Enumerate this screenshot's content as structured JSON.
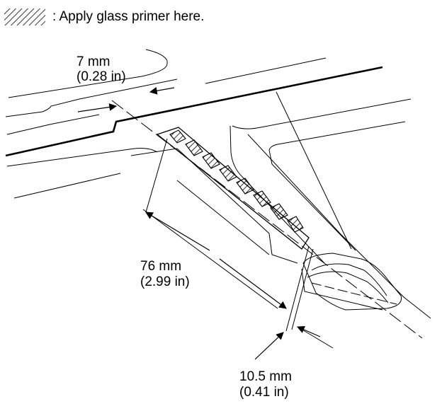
{
  "legend": {
    "swatch_icon": "diagonal-hatch-swatch",
    "text": ": Apply glass primer here."
  },
  "dimensions": {
    "top": {
      "metric": "7 mm",
      "imperial": "(0.28 in)"
    },
    "length": {
      "metric": "76 mm",
      "imperial": "(2.99 in)"
    },
    "bottom": {
      "metric": "10.5 mm",
      "imperial": "(0.41 in)"
    }
  },
  "colors": {
    "line": "#000000",
    "background": "#ffffff"
  }
}
